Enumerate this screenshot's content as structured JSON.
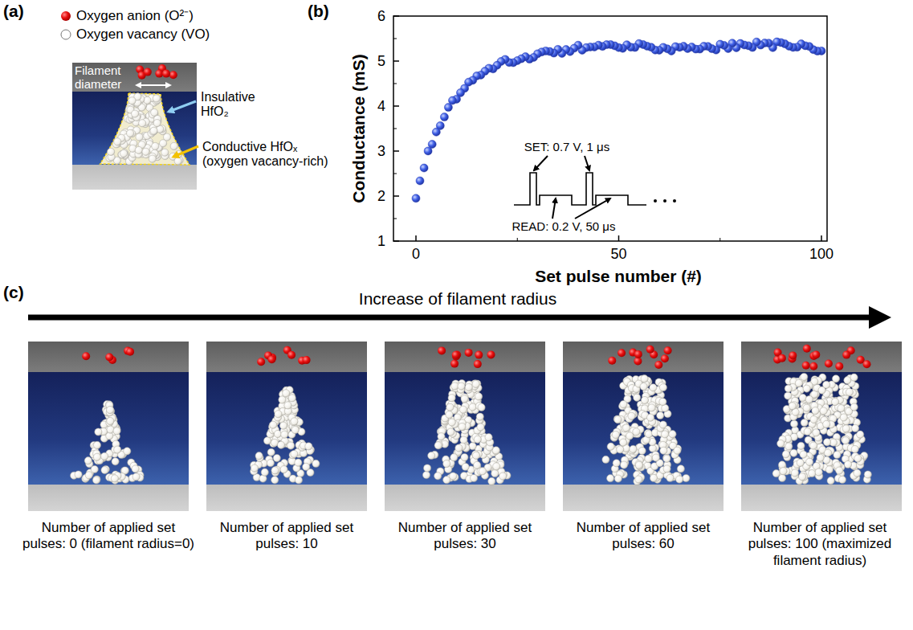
{
  "diagram": {
    "nodes": [
      {
        "text": [
          "Number of applied set pulses: 0 (filament radius=0)"
        ]
      },
      {
        "text": [
          "Number of applied set pulses: 10"
        ]
      },
      {
        "text": [
          "Number of applied set pulses: 30"
        ]
      },
      {
        "text": [
          "Number of applied set pulses: 60"
        ]
      },
      {
        "text": [
          "Number of applied set pulses: 100 (maximized filament radius)"
        ]
      }
    ],
    "labels": [
      "(a)",
      "(b)",
      "(c)",
      "Filament diameter",
      "Insulative HfO₂",
      "Conductive HfOₓ (oxygen vacancy-rich)",
      "1",
      "2",
      "3",
      "4",
      "5",
      "6",
      "0",
      "50",
      "100",
      "Conductance (mS)",
      "Set pulse number (#)",
      "SET: 0.7 V, 1 μs",
      "READ: 0.2 V, 50 μs",
      "Increase of filament radius"
    ],
    "legend": [
      {
        "text": "Oxygen anion (O²⁻)"
      },
      {
        "text": "Oxygen vacancy (VO)"
      }
    ]
  }
}
